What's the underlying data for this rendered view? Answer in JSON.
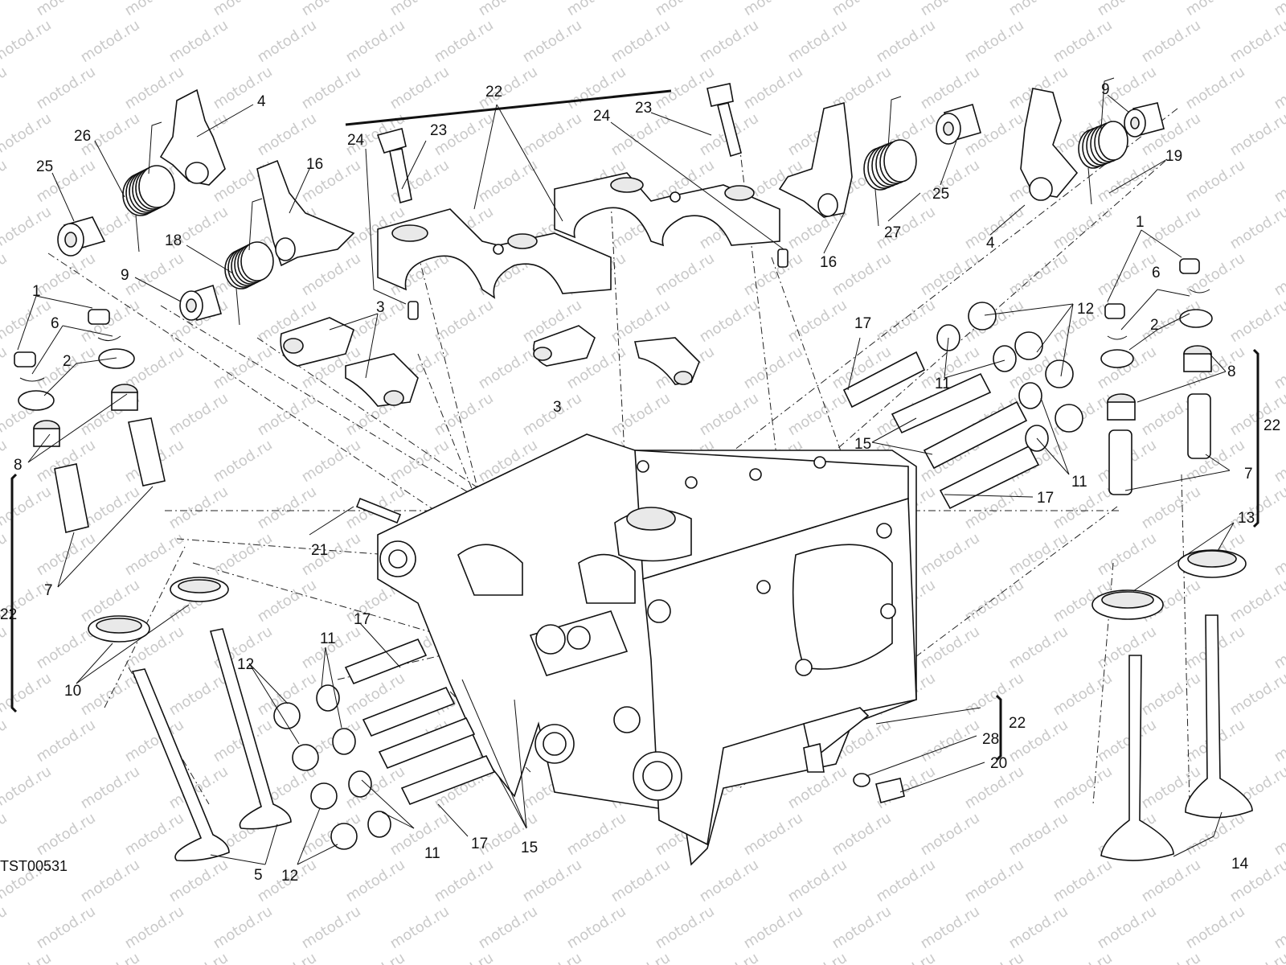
{
  "diagram": {
    "drawing_id": "TST00531",
    "watermark_text": "motod.ru",
    "line_color": "#111111",
    "watermark_color": "#c9c9c9",
    "callouts": [
      "1",
      "2",
      "3",
      "4",
      "5",
      "6",
      "7",
      "8",
      "9",
      "10",
      "11",
      "12",
      "13",
      "14",
      "15",
      "16",
      "17",
      "18",
      "19",
      "20",
      "21",
      "22",
      "23",
      "24",
      "25",
      "26",
      "27",
      "28"
    ]
  }
}
